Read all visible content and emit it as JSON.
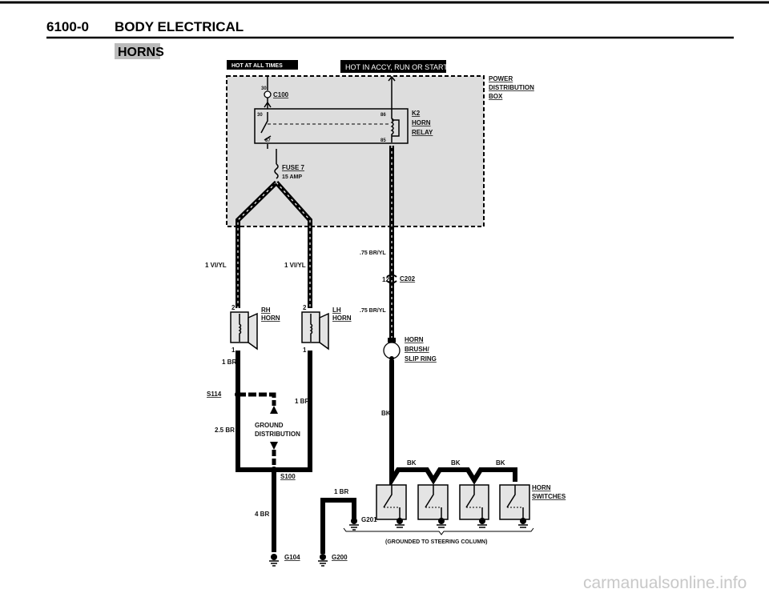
{
  "header": {
    "section": "6100-0",
    "title": "BODY ELECTRICAL",
    "subsection": "HORNS"
  },
  "banners": {
    "hot_always": "HOT AT ALL TIMES",
    "hot_accy": "HOT IN ACCY, RUN OR START"
  },
  "power_box": {
    "line1": "POWER",
    "line2": "DISTRIBUTION",
    "line3": "BOX"
  },
  "c100": {
    "pin": "30",
    "label": "C100"
  },
  "relay": {
    "line1": "K2",
    "line2": "HORN",
    "line3": "RELAY",
    "pin30": "30",
    "pin87": "87",
    "pin86": "86",
    "pin85": "85"
  },
  "fuse": {
    "label": "FUSE 7",
    "rating": "15 AMP"
  },
  "wires": {
    "rh_feed": "1 VI/YL",
    "lh_feed": "1 VI/YL",
    "relay_out": ".75 BR/YL",
    "slip_in": ".75 BR/YL",
    "rh_ground": "1 BR",
    "lh_ground": "1 BR",
    "s114_s100": "2.5 BR",
    "g104": "4 BR",
    "g200": "1 BR",
    "slip_out": "BK",
    "bk1": "BK",
    "bk2": "BK",
    "bk3": "BK"
  },
  "c202": {
    "pin": "12",
    "label": "C202"
  },
  "rh_horn": {
    "line1": "RH",
    "line2": "HORN",
    "pin_top": "2",
    "pin_bottom": "1"
  },
  "lh_horn": {
    "line1": "LH",
    "line2": "HORN",
    "pin_top": "2",
    "pin_bottom": "1"
  },
  "slip_ring": {
    "line1": "HORN",
    "line2": "BRUSH/",
    "line3": "SLIP RING"
  },
  "splices": {
    "s114": "S114",
    "s100": "S100"
  },
  "ground_dist": {
    "line1": "GROUND",
    "line2": "DISTRIBUTION"
  },
  "grounds": {
    "g104": "G104",
    "g200": "G200",
    "g201": "G201"
  },
  "horn_switches": {
    "line1": "HORN",
    "line2": "SWITCHES",
    "note": "(GROUNDED TO STEERING COLUMN)"
  },
  "watermark": "carmanualsonline.info"
}
